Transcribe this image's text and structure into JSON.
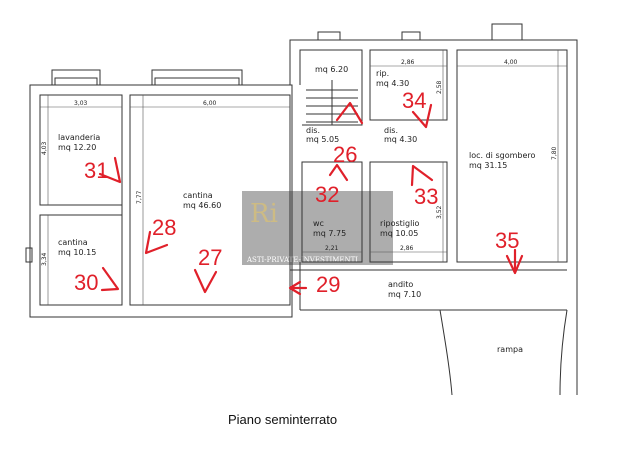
{
  "rooms": [
    {
      "name": "lavanderia",
      "area": "mq 12.20"
    },
    {
      "name": "cantina",
      "area": "mq 10.15"
    },
    {
      "name": "cantina",
      "area": "mq 46.60"
    },
    {
      "name": "",
      "area": "mq 6.20"
    },
    {
      "name": "rip.",
      "area": "mq 4.30"
    },
    {
      "name": "dis.",
      "area": "mq 5.05"
    },
    {
      "name": "dis.",
      "area": "mq 4.30"
    },
    {
      "name": "loc. di sgombero",
      "area": "mq 31.15"
    },
    {
      "name": "wc",
      "area": "mq 7.75"
    },
    {
      "name": "ripostiglio",
      "area": "mq 10.05"
    },
    {
      "name": "andito",
      "area": "mq 7.10"
    },
    {
      "name": "rampa",
      "area": ""
    }
  ],
  "dimensions": [
    "3,03",
    "6,00",
    "4,03",
    "3,34",
    "7,77",
    "2,86",
    "2,58",
    "4,00",
    "7,80",
    "3,52",
    "2,21",
    "2,86"
  ],
  "photo_points": [
    "26",
    "27",
    "28",
    "29",
    "30",
    "31",
    "32",
    "33",
    "34",
    "35"
  ],
  "watermark": "ASTI-PRIVATE-INVESTIMENTI",
  "caption": "Piano seminterrato"
}
